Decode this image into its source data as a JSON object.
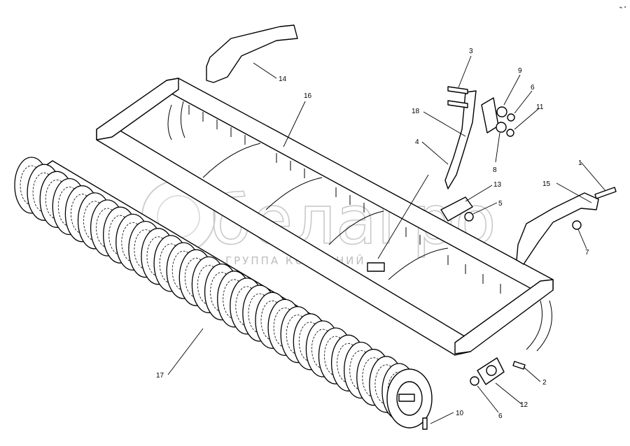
{
  "corner_mark": "⬎ ⚬",
  "watermark": {
    "brand": "белагро",
    "subtitle": "ГРУППА КОМПАНИЙ"
  },
  "callouts": [
    "1",
    "2",
    "3",
    "4",
    "5",
    "6",
    "6",
    "7",
    "8",
    "9",
    "10",
    "11",
    "12",
    "13",
    "14",
    "15",
    "16",
    "17",
    "18"
  ]
}
